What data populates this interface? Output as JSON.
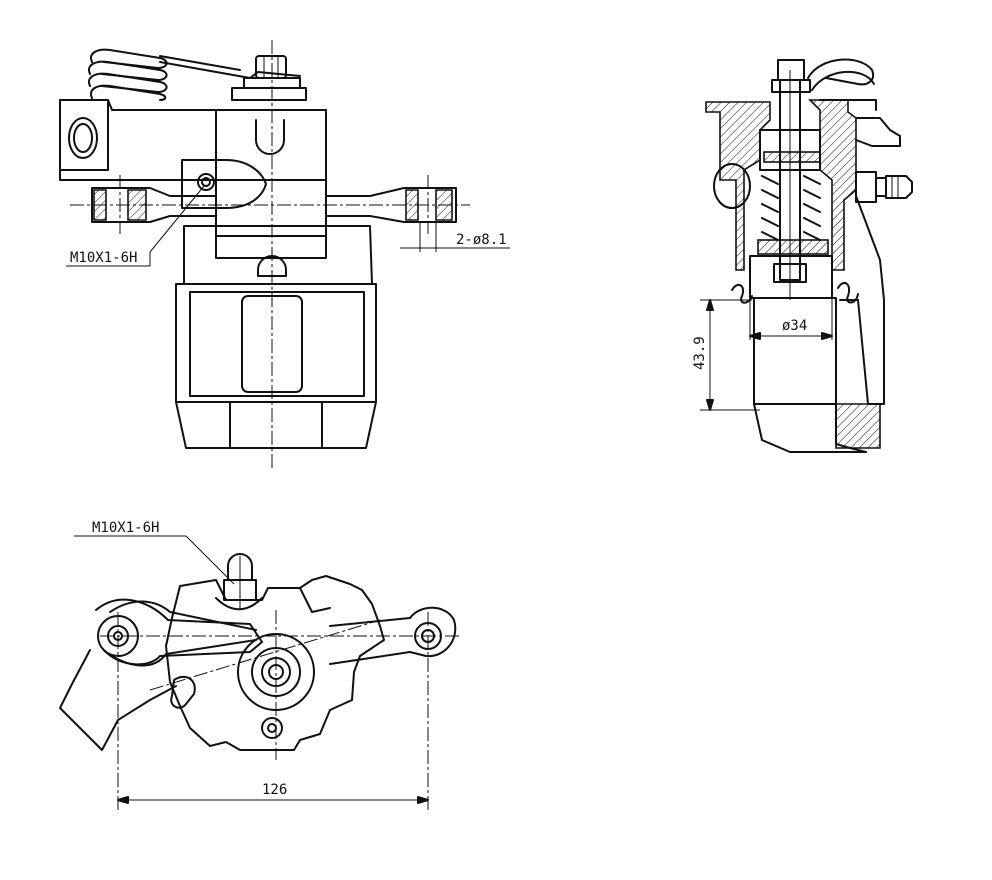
{
  "labels": {
    "thread_front": "M10X1-6H",
    "hole_dim": "2-ø8.1",
    "bore_dim": "ø34",
    "height_dim": "43.9",
    "thread_bottom": "M10X1-6H",
    "width_dim": "126"
  },
  "colors": {
    "line": "#111111",
    "background": "#ffffff"
  }
}
